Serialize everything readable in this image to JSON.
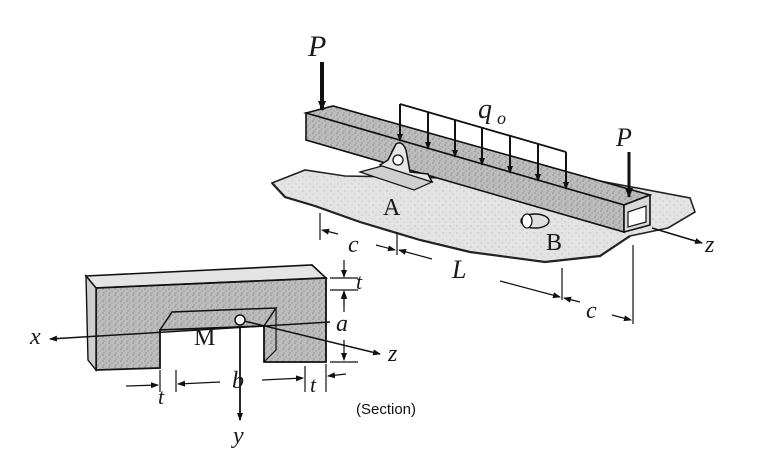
{
  "figure": {
    "labels": {
      "load_left": "P",
      "load_right": "P",
      "distributed_load": "q",
      "distributed_load_sub": "o",
      "support_a": "A",
      "support_b": "B",
      "axis_z_beam": "z",
      "span_length": "L",
      "overhang_left": "c",
      "overhang_right": "c",
      "axis_x": "x",
      "axis_y": "y",
      "axis_z_section": "z",
      "point_m": "M",
      "dim_t_top": "t",
      "dim_a": "a",
      "dim_b": "b",
      "dim_t_left": "t",
      "dim_t_right": "t"
    },
    "caption": "(Section)"
  }
}
